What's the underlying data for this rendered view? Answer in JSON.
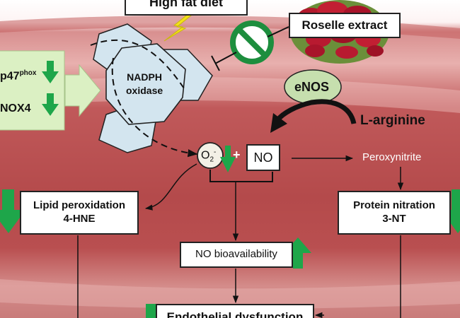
{
  "trigger": {
    "high_fat_diet": "High fat diet"
  },
  "inhibitor": {
    "roselle_extract": "Roselle extract"
  },
  "enzyme": {
    "nadph_line1": "NADPH",
    "nadph_line2": "oxidase",
    "subunit_p47": "p47",
    "subunit_p47_sup": "phox",
    "subunit_nox4": "NOX4"
  },
  "enos": {
    "label": "eNOS",
    "substrate": "L-arginine"
  },
  "species": {
    "superoxide": "O",
    "superoxide_sub": "2",
    "superoxide_sup": "-",
    "plus": "+",
    "nitric_oxide": "NO",
    "peroxynitrite": "Peroxynitrite"
  },
  "effects": {
    "lipid_line1": "Lipid peroxidation",
    "lipid_line2": "4-HNE",
    "protein_line1": "Protein nitration",
    "protein_line2": "3-NT",
    "no_bioavailability": "NO bioavailability",
    "endothelial": "Endothelial dysfunction"
  },
  "colors": {
    "background": "#b34a4b",
    "band_light": "#e8a9a8",
    "hexagon_fill": "#d3e5ef",
    "enos_fill": "#c6dfae",
    "subunit_fill": "#dbf0c3",
    "up_down_arrow": "#1ea64a",
    "inhibit_ring": "#1d8e3e",
    "lightning": "#f2e11a"
  }
}
